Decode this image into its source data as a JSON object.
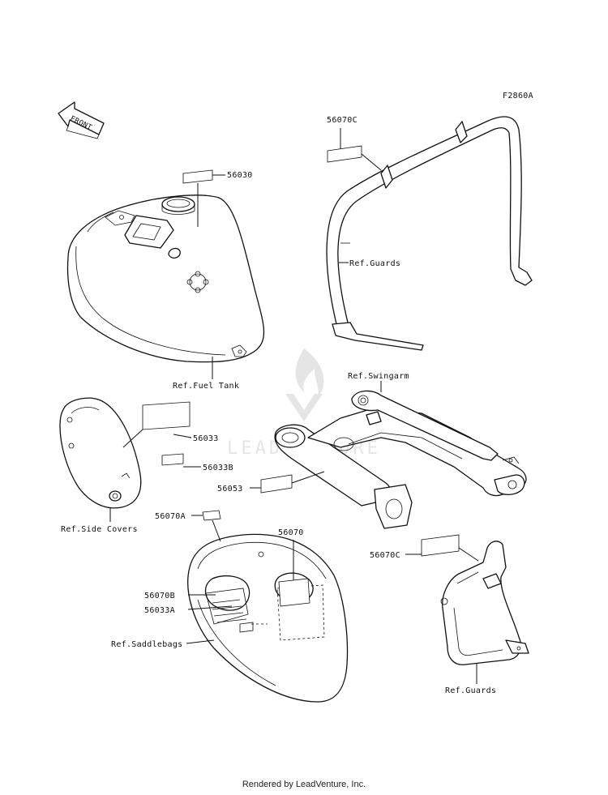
{
  "figure_code": "F2860A",
  "front_arrow": "FRONT",
  "watermark": "LEADVENTURE",
  "footer": "Rendered by LeadVenture, Inc.",
  "parts": {
    "p56030": "56030",
    "p56070C_top": "56070C",
    "p56033": "56033",
    "p56033B": "56033B",
    "p56053": "56053",
    "p56070A": "56070A",
    "p56070": "56070",
    "p56070C_right": "56070C",
    "p56070B": "56070B",
    "p56033A": "56033A"
  },
  "refs": {
    "fuel_tank": "Ref.Fuel Tank",
    "guards_top": "Ref.Guards",
    "swingarm": "Ref.Swingarm",
    "side_covers": "Ref.Side Covers",
    "saddlebags": "Ref.Saddlebags",
    "guards_bottom": "Ref.Guards"
  }
}
